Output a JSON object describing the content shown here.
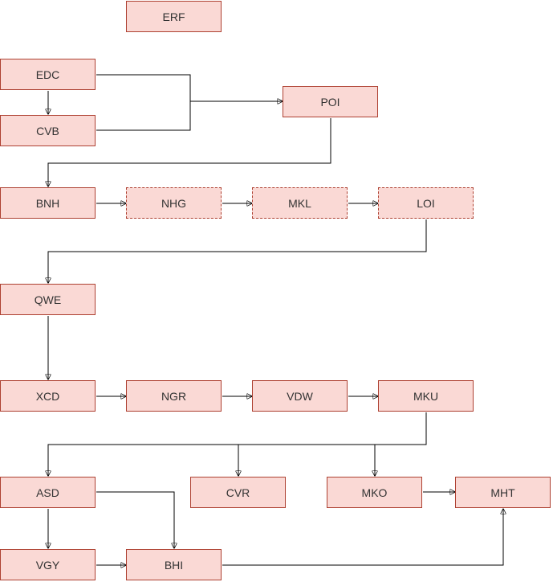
{
  "nodes": {
    "erf": "ERF",
    "edc": "EDC",
    "cvb": "CVB",
    "poi": "POI",
    "bnh": "BNH",
    "nhg": "NHG",
    "mkl": "MKL",
    "loi": "LOI",
    "qwe": "QWE",
    "xcd": "XCD",
    "ngr": "NGR",
    "vdw": "VDW",
    "mku": "MKU",
    "asd": "ASD",
    "cvr": "CVR",
    "mko": "MKO",
    "mht": "MHT",
    "vgy": "VGY",
    "bhi": "BHI"
  },
  "dashed_nodes": [
    "NHG",
    "MKL",
    "LOI"
  ],
  "edges": [
    {
      "from": "EDC",
      "to": "CVB"
    },
    {
      "from": "EDC",
      "to": "POI"
    },
    {
      "from": "CVB",
      "to": "POI"
    },
    {
      "from": "POI",
      "to": "BNH"
    },
    {
      "from": "BNH",
      "to": "NHG"
    },
    {
      "from": "NHG",
      "to": "MKL"
    },
    {
      "from": "MKL",
      "to": "LOI"
    },
    {
      "from": "LOI",
      "to": "QWE"
    },
    {
      "from": "QWE",
      "to": "XCD"
    },
    {
      "from": "XCD",
      "to": "NGR"
    },
    {
      "from": "NGR",
      "to": "VDW"
    },
    {
      "from": "VDW",
      "to": "MKU"
    },
    {
      "from": "MKU",
      "to": "ASD"
    },
    {
      "from": "MKU",
      "to": "CVR"
    },
    {
      "from": "MKU",
      "to": "MKO"
    },
    {
      "from": "MKO",
      "to": "MHT"
    },
    {
      "from": "ASD",
      "to": "VGY"
    },
    {
      "from": "ASD",
      "to": "BHI"
    },
    {
      "from": "VGY",
      "to": "BHI"
    },
    {
      "from": "BHI",
      "to": "MHT"
    }
  ],
  "colors": {
    "node_fill": "#fad9d5",
    "node_stroke": "#ae4132",
    "edge": "#000000",
    "text": "#333333"
  }
}
